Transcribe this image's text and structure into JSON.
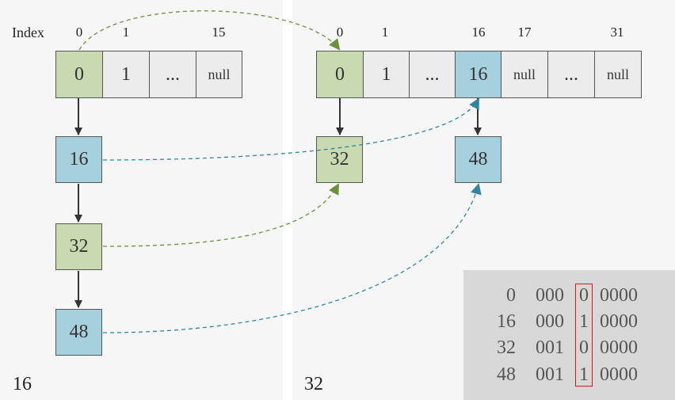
{
  "left": {
    "index_title": "Index",
    "indices": [
      "0",
      "1",
      "15"
    ],
    "cells": [
      "0",
      "1",
      "...",
      "null"
    ],
    "nodes": [
      "16",
      "32",
      "48"
    ],
    "caption": "16"
  },
  "right": {
    "indices": [
      "0",
      "1",
      "16",
      "17",
      "31"
    ],
    "cells": [
      "0",
      "1",
      "...",
      "16",
      "null",
      "...",
      "null"
    ],
    "node_under_0": "32",
    "node_under_16": "48",
    "caption": "32"
  },
  "bit_table": {
    "rows": [
      {
        "num": "0",
        "high": "000",
        "bit": "0",
        "low": "0000"
      },
      {
        "num": "16",
        "high": "000",
        "bit": "1",
        "low": "0000"
      },
      {
        "num": "32",
        "high": "001",
        "bit": "0",
        "low": "0000"
      },
      {
        "num": "48",
        "high": "001",
        "bit": "1",
        "low": "0000"
      }
    ]
  },
  "colors": {
    "green_fill": "#c9d9b0",
    "blue_fill": "#a6d0dd",
    "green_arrow": "#6f8f3f",
    "blue_arrow": "#2e86a0",
    "highlight": "#d01a1a"
  }
}
